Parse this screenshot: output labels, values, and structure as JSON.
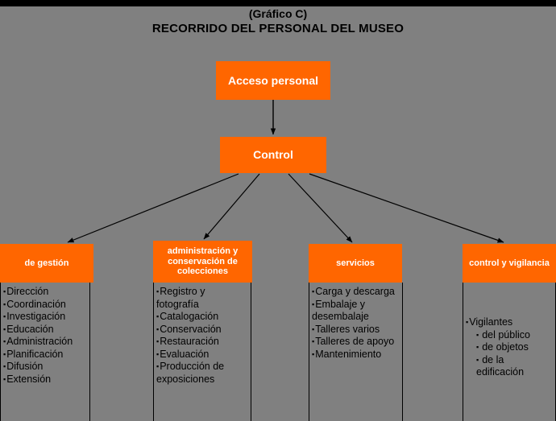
{
  "title": {
    "line1": "(Gráfico C)",
    "line2": "RECORRIDO DEL PERSONAL DEL MUSEO"
  },
  "colors": {
    "background": "#808080",
    "box_fill": "#FF6600",
    "box_text": "#FFFFFF",
    "list_text": "#000000",
    "line": "#000000",
    "top_bar": "#000000"
  },
  "flow": {
    "entry_box": "Acceso personal",
    "control_box": "Control"
  },
  "categories": [
    {
      "header": "de gestión",
      "items": [
        {
          "text": "Dirección",
          "level": 1
        },
        {
          "text": "Coordinación",
          "level": 1
        },
        {
          "text": "Investigación",
          "level": 1
        },
        {
          "text": "Educación",
          "level": 1
        },
        {
          "text": "Administración",
          "level": 1
        },
        {
          "text": "Planificación",
          "level": 1
        },
        {
          "text": "Difusión",
          "level": 1
        },
        {
          "text": "Extensión",
          "level": 1
        }
      ]
    },
    {
      "header": "administración y conservación de colecciones",
      "items": [
        {
          "text": "Registro y fotografía",
          "level": 1
        },
        {
          "text": "Catalogación",
          "level": 1
        },
        {
          "text": "Conservación",
          "level": 1
        },
        {
          "text": "Restauración",
          "level": 1
        },
        {
          "text": "Evaluación",
          "level": 1
        },
        {
          "text": "Producción de exposiciones",
          "level": 1
        }
      ]
    },
    {
      "header": "servicios",
      "items": [
        {
          "text": "Carga y descarga",
          "level": 1
        },
        {
          "text": "Embalaje y desembalaje",
          "level": 1
        },
        {
          "text": "Talleres varios",
          "level": 1
        },
        {
          "text": "Talleres de apoyo",
          "level": 1
        },
        {
          "text": "Mantenimiento",
          "level": 1
        }
      ]
    },
    {
      "header": "control y vigilancia",
      "items": [
        {
          "text": "Vigilantes",
          "level": 1
        },
        {
          "text": "del público",
          "level": 2
        },
        {
          "text": "de objetos",
          "level": 2
        },
        {
          "text": "de la edificación",
          "level": 2
        }
      ]
    }
  ],
  "connectors": [
    {
      "name": "acceso-to-control",
      "from": "Acceso personal",
      "to": "Control"
    },
    {
      "name": "control-to-gestion",
      "from": "Control",
      "to": "de gestión"
    },
    {
      "name": "control-to-administracion",
      "from": "Control",
      "to": "administración y conservación de colecciones"
    },
    {
      "name": "control-to-servicios",
      "from": "Control",
      "to": "servicios"
    },
    {
      "name": "control-to-vigilancia",
      "from": "Control",
      "to": "control y vigilancia"
    }
  ]
}
